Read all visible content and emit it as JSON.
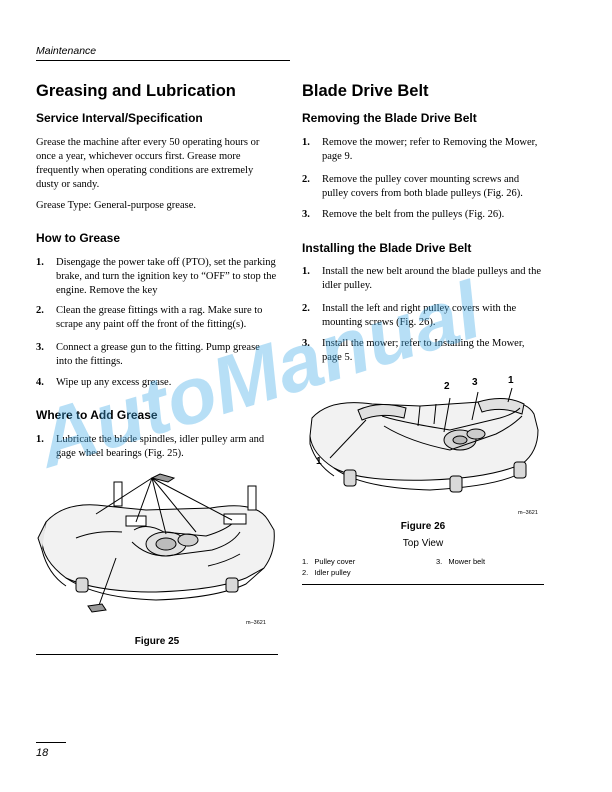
{
  "header": {
    "section": "Maintenance"
  },
  "left": {
    "title": "Greasing and Lubrication",
    "service_heading": "Service Interval/Specification",
    "service_text": "Grease the machine after every 50 operating hours or once a year, whichever occurs first. Grease more frequently when operating conditions are extremely dusty or sandy.",
    "grease_type": "Grease Type: General-purpose grease.",
    "how_heading": "How to Grease",
    "how_steps": [
      {
        "num": "1.",
        "text": "Disengage the power take off (PTO), set the parking brake, and turn the ignition key to “OFF” to stop the engine. Remove the key"
      },
      {
        "num": "2.",
        "text": "Clean the grease fittings with a rag. Make sure to scrape any paint off the front of the fitting(s)."
      },
      {
        "num": "3.",
        "text": "Connect a grease gun to the fitting. Pump grease into the fittings."
      },
      {
        "num": "4.",
        "text": "Wipe up any excess grease."
      }
    ],
    "where_heading": "Where to Add Grease",
    "where_steps": [
      {
        "num": "1.",
        "text": "Lubricate the blade spindles, idler pulley arm and gage wheel bearings (Fig. 25)."
      }
    ],
    "figure": {
      "code": "m–3621",
      "caption": "Figure 25"
    }
  },
  "right": {
    "title": "Blade Drive Belt",
    "removing_heading": "Removing the Blade Drive Belt",
    "removing_steps": [
      {
        "num": "1.",
        "text": "Remove the mower; refer to Removing the Mower, page 9."
      },
      {
        "num": "2.",
        "text": "Remove the pulley cover mounting screws and pulley covers from both blade pulleys (Fig. 26)."
      },
      {
        "num": "3.",
        "text": "Remove the belt from the pulleys (Fig. 26)."
      }
    ],
    "installing_heading": "Installing the Blade Drive Belt",
    "installing_steps": [
      {
        "num": "1.",
        "text": "Install the new belt around the blade pulleys and the idler pulley."
      },
      {
        "num": "2.",
        "text": "Install the left and right pulley covers with the mounting screws (Fig. 26)."
      },
      {
        "num": "3.",
        "text": "Install the mower; refer to Installing the Mower, page 5."
      }
    ],
    "figure": {
      "code": "m–3621",
      "caption": "Figure 26",
      "subcaption": "Top View",
      "callouts": [
        "1",
        "2",
        "3",
        "1"
      ],
      "legend": [
        {
          "num": "1.",
          "label": "Pulley cover"
        },
        {
          "num": "2.",
          "label": "Idler pulley"
        },
        {
          "num": "3.",
          "label": "Mower belt"
        }
      ]
    }
  },
  "watermark": "AutoManual",
  "page_number": "18",
  "colors": {
    "watermark": "#42aae8",
    "text": "#000000"
  }
}
